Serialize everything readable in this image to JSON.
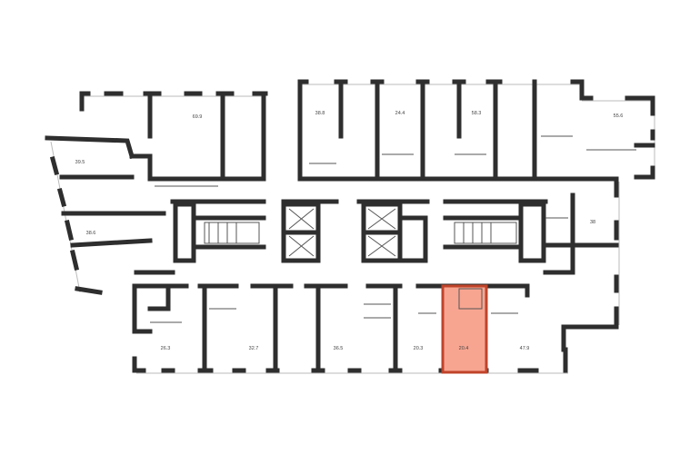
{
  "plan": {
    "highlight_color": "#f7a591",
    "highlight_stroke": "#c0442a",
    "wall_color": "#2e2e2e",
    "selected_unit": "20.4",
    "units": [
      {
        "id": "u1",
        "area": "69.9"
      },
      {
        "id": "u2",
        "area": "38.8"
      },
      {
        "id": "u3",
        "area": "24.4"
      },
      {
        "id": "u4",
        "area": "58.3"
      },
      {
        "id": "u5",
        "area": "55.6"
      },
      {
        "id": "u6",
        "area": "39.5"
      },
      {
        "id": "u7",
        "area": "38.6"
      },
      {
        "id": "u8",
        "area": "38"
      },
      {
        "id": "u9",
        "area": "26.3"
      },
      {
        "id": "u10",
        "area": "32.7"
      },
      {
        "id": "u11",
        "area": "36.5"
      },
      {
        "id": "u12",
        "area": "20.3"
      },
      {
        "id": "u13",
        "area": "20.4"
      },
      {
        "id": "u14",
        "area": "47.9"
      }
    ]
  }
}
